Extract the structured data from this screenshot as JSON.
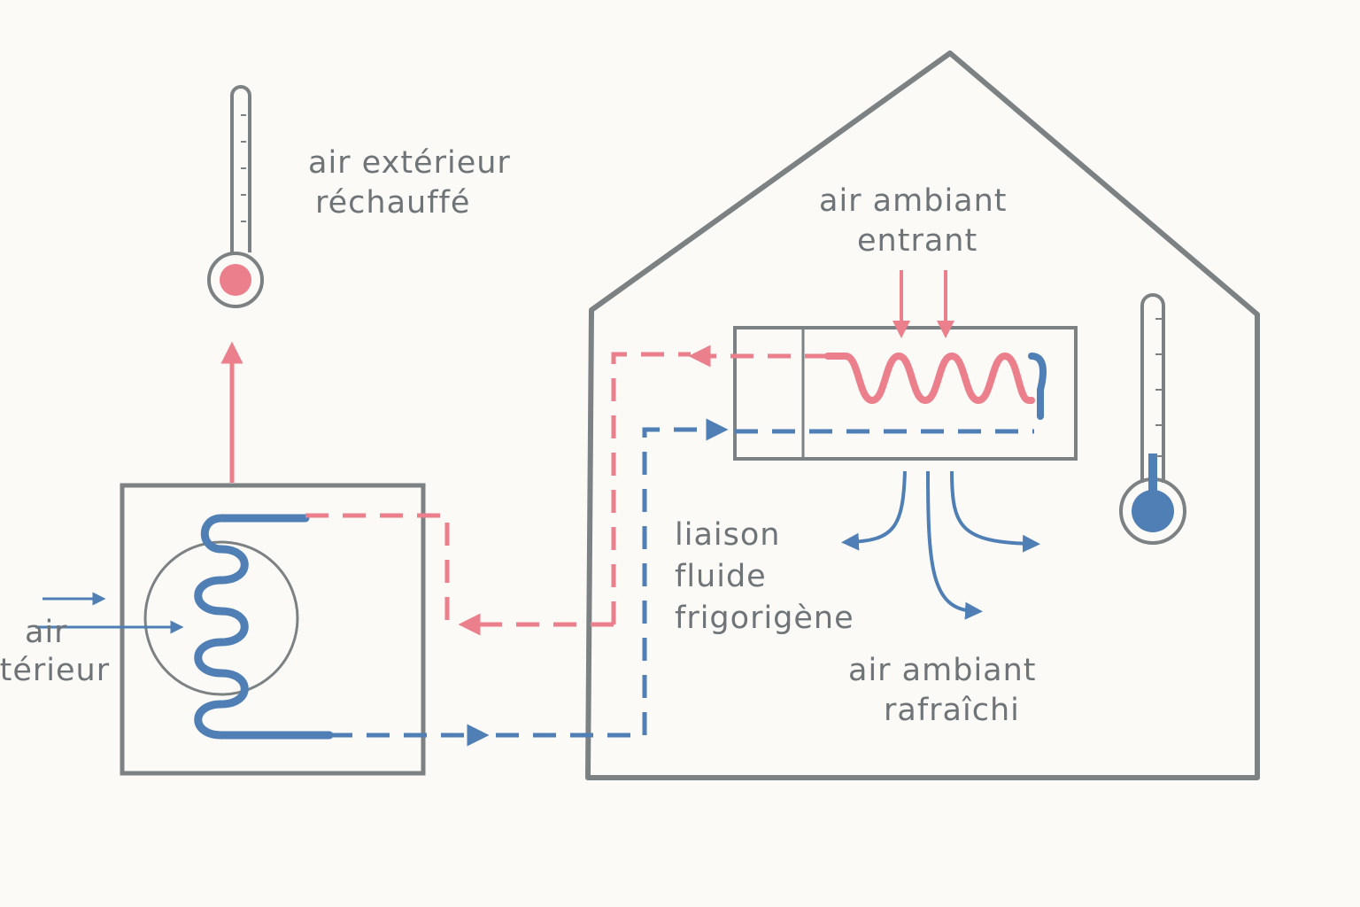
{
  "colors": {
    "outline": "#7c8184",
    "warm": "#ec7f8c",
    "cold": "#4f7fb5",
    "text": "#6f7478",
    "paper": "#fbfaf6"
  },
  "labels": {
    "exterior_warm_line1": "air extérieur",
    "exterior_warm_line2": "réchauffé",
    "exterior_in_line1": "air",
    "exterior_in_line2": "extérieur",
    "indoor_in_line1": "air ambiant",
    "indoor_in_line2": "entrant",
    "fluid_line1": "liaison",
    "fluid_line2": "fluide",
    "fluid_line3": "frigorigène",
    "indoor_out_line1": "air ambiant",
    "indoor_out_line2": "rafraîchi"
  }
}
